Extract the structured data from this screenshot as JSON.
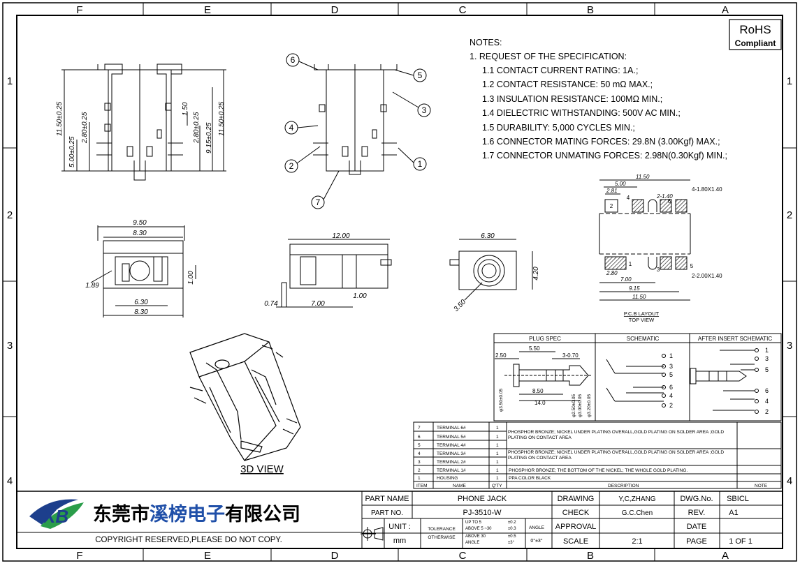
{
  "frame": {
    "top_columns": [
      "F",
      "E",
      "D",
      "C",
      "B",
      "A"
    ],
    "bottom_columns": [
      "F",
      "E",
      "D",
      "C",
      "B",
      "A"
    ],
    "left_rows": [
      "1",
      "2",
      "3",
      "4"
    ],
    "right_rows": [
      "1",
      "2",
      "3",
      "4"
    ]
  },
  "rohs": {
    "title": "RoHS",
    "subtitle": "Compliant"
  },
  "notes": {
    "heading": "NOTES:",
    "intro": "1. REQUEST OF THE SPECIFICATION:",
    "items": [
      "1.1 CONTACT CURRENT RATING: 1A.;",
      "1.2 CONTACT RESISTANCE: 50 mΩ MAX.;",
      "1.3 INSULATION RESISTANCE: 100MΩ MIN.;",
      "1.4 DIELECTRIC WITHSTANDING: 500V AC MIN.;",
      "1.5 DURABILITY: 5,000 CYCLES MIN.;",
      "1.6 CONNECTOR MATING FORCES: 29.8N (3.00Kgf) MAX.;",
      "1.7 CONNECTOR UNMATING FORCES: 2.98N(0.30Kgf) MIN.;"
    ]
  },
  "side_view": {
    "dims": [
      "11.50±0.25",
      "5.00±0.25",
      "2.80±0.25",
      "1.50",
      "2.80±0.25",
      "9.15±0.25",
      "11.50±0.25"
    ]
  },
  "callouts": [
    "6",
    "5",
    "3",
    "4",
    "2",
    "1",
    "7"
  ],
  "front_view": {
    "dims": [
      "9.50",
      "8.30",
      "1.89",
      "1.00",
      "6.30",
      "8.30"
    ]
  },
  "bottom_view": {
    "dims": [
      "12.00",
      "0.74",
      "7.00",
      "1.00"
    ]
  },
  "end_view": {
    "dims": [
      "6.30",
      "4.20",
      "3.50"
    ]
  },
  "pcb_layout": {
    "dims": [
      "11.50",
      "5.00",
      "2.81",
      "2-1.40",
      "4-1.80X1.40",
      "2.80",
      "7.00",
      "9.15",
      "11.50",
      "2-2.00X1.40"
    ],
    "pads": [
      "2",
      "4",
      "6",
      "1",
      "3",
      "5"
    ],
    "caption": "P.C.B LAYOUT",
    "subcaption": "TOP VIEW"
  },
  "view_3d_label": "3D VIEW",
  "spec_table": {
    "headers": [
      "PLUG SPEC",
      "SCHEMATIC",
      "AFTER INSERT SCHEMATIC"
    ],
    "plug_dims": [
      "5.50",
      "2.50",
      "3-0.70",
      "8.50",
      "14.0",
      "φ3.50±0.05",
      "φ2.50±0.05",
      "φ3.00±0.05",
      "φ3.20±0.05"
    ],
    "schematic_pins": [
      "1",
      "3",
      "5",
      "6",
      "4",
      "2"
    ],
    "after_pins": [
      "1",
      "3",
      "5",
      "6",
      "4",
      "2"
    ]
  },
  "bom": {
    "rows": [
      {
        "item": "7",
        "name": "TERMINAL 6#",
        "qty": "1"
      },
      {
        "item": "6",
        "name": "TERMINAL 5#",
        "qty": "1"
      },
      {
        "item": "5",
        "name": "TERMINAL 4#",
        "qty": "1"
      },
      {
        "item": "4",
        "name": "TERMINAL 3#",
        "qty": "1"
      },
      {
        "item": "3",
        "name": "TERMINAL 2#",
        "qty": "1"
      },
      {
        "item": "2",
        "name": "TERMINAL 1#",
        "qty": "1"
      },
      {
        "item": "1",
        "name": "HOUSING",
        "qty": "1"
      }
    ],
    "desc_a": "PHOSPHOR BRONZE; NICKEL UNDER PLATING OVERALL,GOLD PLATING ON SOLDER AREA ;GOLD PLATING ON CONTACT AREA",
    "desc_b": "PHOSPHOR BRONZE; NICKEL UNDER PLATING OVERALL,GOLD PLATING ON SOLDER AREA ;GOLD PLATING ON CONTACT AREA",
    "desc_c": "PHOSPHOR BRONZE; THE BOTTOM OF THE NICKEL; THE WHOLE GOLD PLATING.",
    "desc_d": "PPA  COLOR BLACK",
    "header": {
      "item": "ITEM",
      "name": "NAME",
      "qty": "Q'TY",
      "desc": "DESCRIPTION",
      "note": "NOTE"
    }
  },
  "title_block": {
    "company": "东莞市溪榜电子有限公司",
    "company_plain": "东莞市",
    "company_blue": "溪榜电子",
    "company_tail": "有限公司",
    "copyright": "COPYRIGHT RESERVED,PLEASE DO NOT COPY.",
    "part_name_label": "PART NAME",
    "part_name": "PHONE JACK",
    "part_no_label": "PART NO.",
    "part_no": "PJ-3510-W",
    "unit_label": "UNIT :",
    "unit": "mm",
    "tolerance_label": "TOLERANCE",
    "otherwise_label": "OTHERWISE",
    "tol_rows": [
      {
        "range": "UP TO 5",
        "value": "±0.2"
      },
      {
        "range": "ABOVE 5 ~30",
        "value": "±0.3"
      },
      {
        "range": "ABOVE 30",
        "value": "±0.5"
      },
      {
        "range": "ANGLE",
        "value": "±3°"
      }
    ],
    "angle_label": "ANGLE",
    "angle_value": "0°±3°",
    "drawing_label": "DRAWING",
    "drawing_by": "Y,C,ZHANG",
    "check_label": "CHECK",
    "check_by": "G.C.Chen",
    "approval_label": "APPROVAL",
    "approval_by": "",
    "scale_label": "SCALE",
    "scale": "2:1",
    "dwg_no_label": "DWG.No.",
    "dwg_no": "SBICL",
    "rev_label": "REV.",
    "rev": "A1",
    "date_label": "DATE",
    "date": "",
    "page_label": "PAGE",
    "page": "1 OF 1"
  },
  "colors": {
    "line": "#000000",
    "brand_blue": "#1f4fa8",
    "logo_blue": "#1d3f8c",
    "logo_green": "#2a9d4a"
  }
}
